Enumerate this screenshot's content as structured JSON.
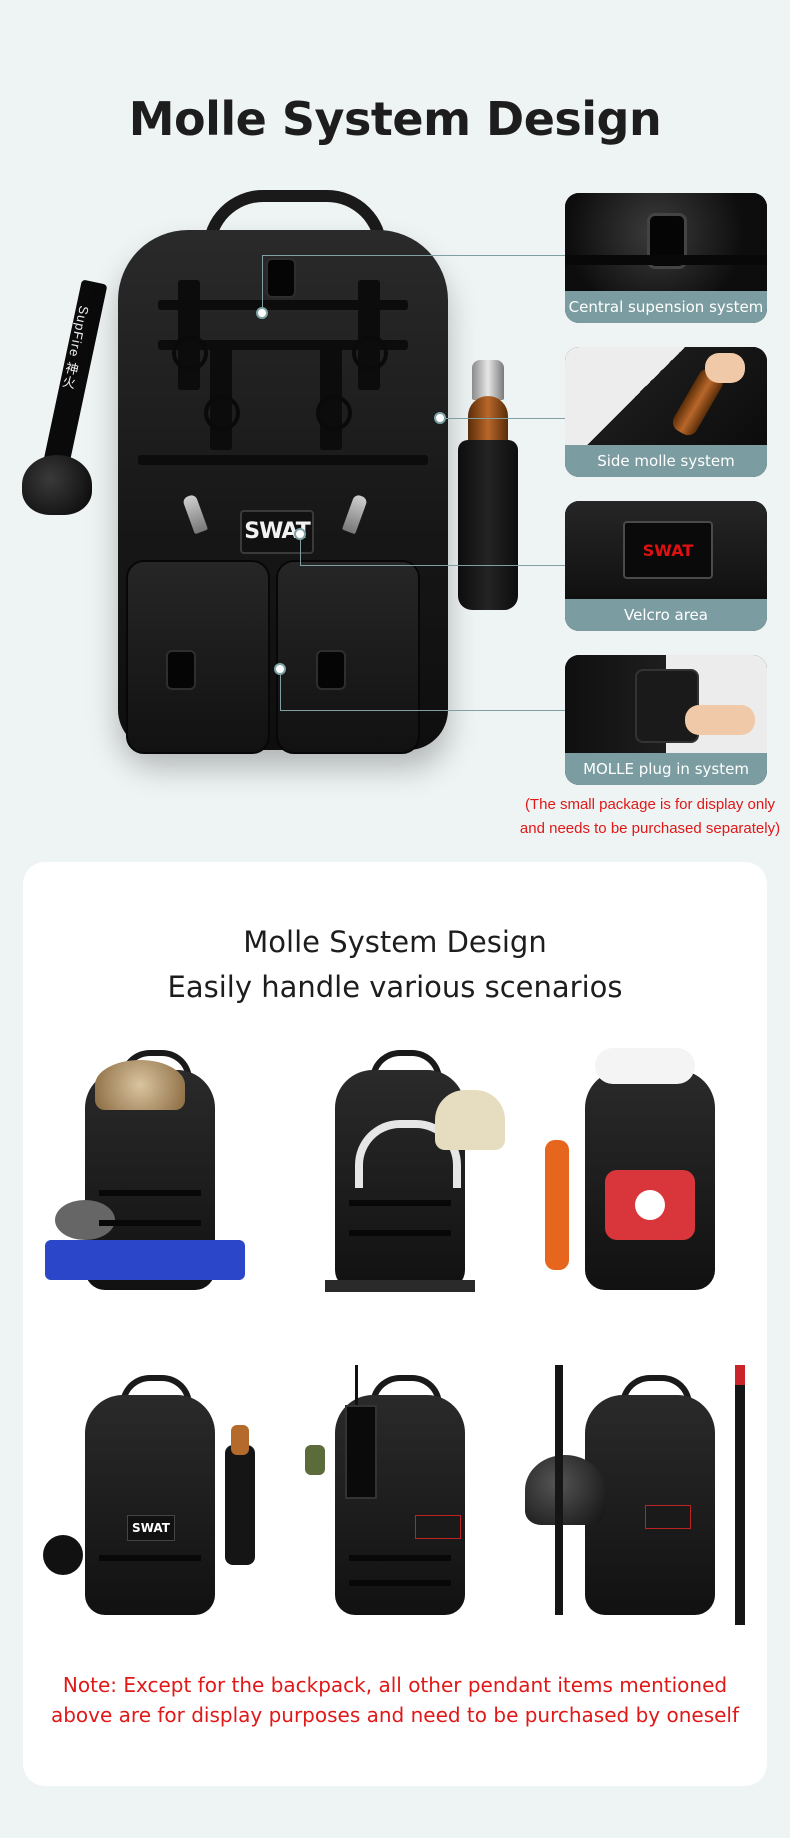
{
  "header": {
    "title": "Molle System Design"
  },
  "hero": {
    "patch_text": "SWAT",
    "lanyard_text": "SupFire 神火"
  },
  "features": [
    {
      "label": "Central supension system",
      "icon": "buckle-closeup"
    },
    {
      "label": "Side molle system",
      "icon": "bottle-holder-closeup"
    },
    {
      "label": "Velcro area",
      "icon": "swat-patch-closeup",
      "patch_text": "SWAT"
    },
    {
      "label": "MOLLE plug in system",
      "icon": "pouch-attach-closeup"
    }
  ],
  "disclaimer": {
    "line1": "(The small package is for display only",
    "line2": "and needs to be purchased separately)"
  },
  "section2": {
    "title_line1": "Molle System Design",
    "title_line2": "Easily handle various scenarios",
    "scenes": [
      {
        "name": "camping-setup",
        "accent": "#c9b08a"
      },
      {
        "name": "photography-setup",
        "accent": "#e6e6e6"
      },
      {
        "name": "rescue-setup",
        "accent": "#d9363b"
      },
      {
        "name": "swat-setup",
        "accent": "#b36a2a",
        "patch_text": "SWAT"
      },
      {
        "name": "radio-setup",
        "accent": "#5b6b3a"
      },
      {
        "name": "helmet-setup",
        "accent": "#c8242a"
      }
    ]
  },
  "note": {
    "line1": "Note: Except for the backpack, all other pendant items mentioned",
    "line2": "above are for display purposes and need to be purchased by oneself"
  },
  "colors": {
    "background": "#eef3f3",
    "label_bg": "#7b9ca0",
    "warning": "#e01818"
  }
}
